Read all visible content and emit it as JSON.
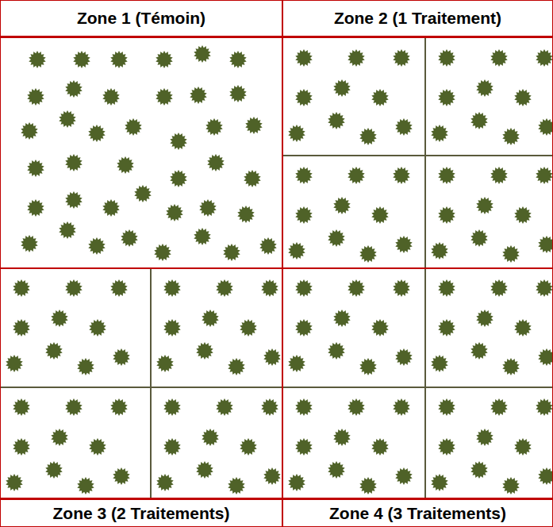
{
  "diagram": {
    "nodes": [
      {
        "text": [
          "Zone 1 (Témoin)"
        ]
      },
      {
        "text": [
          "Zone 2 (1 Traitement)"
        ]
      },
      {
        "text": [
          "Zone 3 (2 Traitements)"
        ]
      },
      {
        "text": [
          "Zone 4 (3 Traitements)"
        ]
      }
    ]
  }
}
